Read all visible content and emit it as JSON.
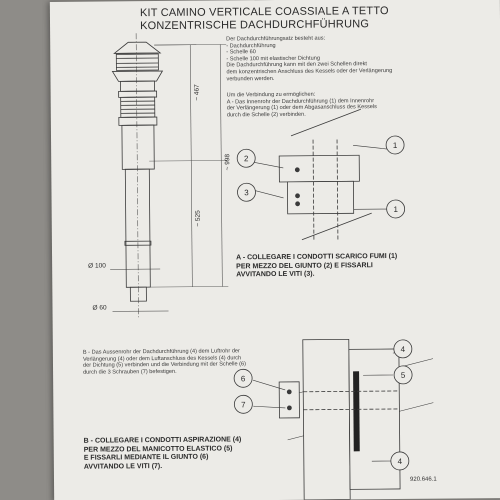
{
  "title": {
    "line1": "KIT CAMINO VERTICALE COASSIALE A TETTO",
    "line2": "KONZENTRISCHE DACHDURCHFÜHRUNG"
  },
  "german_intro": [
    "Der Dachdurchführungsatz besteht aus:",
    "- Dachdurchführung",
    "- Schelle 60",
    "- Schelle 100 mit elastischer Dichtung",
    "Die Dachdurchführung kann mit den zwei Schellen direkt",
    "dem konzentrischen Anschluss des Kessels oder der Verlängerung",
    "verbunden werden."
  ],
  "section_a_de": [
    "Um die Verbindung zu ermöglichen:",
    "A - Das Innenrohr der Dachdurchführung (1) dem Innenrohr",
    "der Verlängerung (1) oder dem Abgasanschluss des Kessels",
    "durch die Schelle (2) verbinden."
  ],
  "section_a_it": [
    "A - COLLEGARE I CONDOTTI SCARICO FUMI (1)",
    "PER MEZZO DEL GIUNTO (2) E FISSARLI",
    "AVVITANDO LE VITI (3)."
  ],
  "section_b_de": [
    "B - Das Aussenrohr der Dachdurchführung (4) dem Luftrohr der",
    "Verlängerung (4) oder dem Luftanschluss des Kessels (4) durch",
    "der Dichtung (5) verbinden und die Verbindung mit der Schelle (6)",
    "durch die 3 Schrauben (7) befestigen."
  ],
  "section_b_it": [
    "B - COLLEGARE I CONDOTTI ASPIRAZIONE (4)",
    "PER MEZZO DEL MANICOTTO ELASTICO (5)",
    "E FISSARLI MEDIANTE IL GIUNTO (6)",
    "AVVITANDO LE VITI (7)."
  ],
  "dimensions": {
    "top_len": "~ 467",
    "mid_len": "~ 525",
    "total_len": "~ 998",
    "dia_outer": "Ø 100",
    "dia_inner": "Ø 60"
  },
  "callouts_a": [
    "2",
    "3",
    "1",
    "1"
  ],
  "callouts_b": [
    "4",
    "5",
    "6",
    "7",
    "4"
  ],
  "doc_code": "920.646.1"
}
